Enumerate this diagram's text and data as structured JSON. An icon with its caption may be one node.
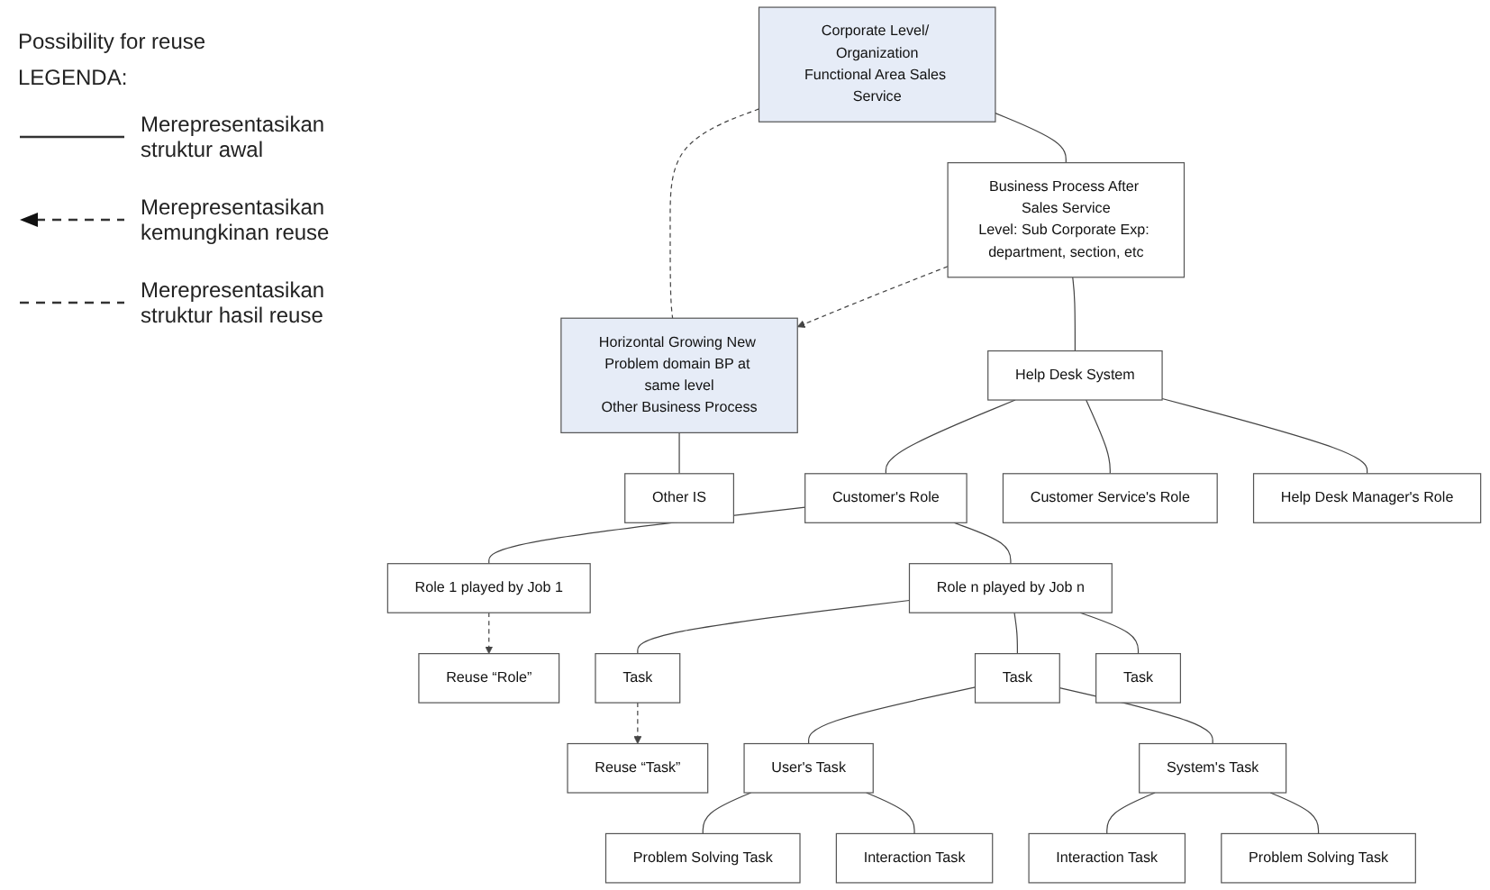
{
  "diagram": {
    "nodes": [
      {
        "text": [
          "Corporate Level/ Organization",
          "Functional Area Sales Service"
        ]
      },
      {
        "text": [
          "Horizontal Growing New Problem domain BP at same level",
          "Other Business Process"
        ]
      },
      {
        "text": [
          "Business Process After Sales Service",
          "Level: Sub Corporate Exp: department, section, etc"
        ]
      },
      {
        "text": [
          "Other IS"
        ]
      },
      {
        "text": [
          "Help Desk System"
        ]
      },
      {
        "text": [
          "Customer's Role"
        ]
      },
      {
        "text": [
          "Customer Service's Role"
        ]
      },
      {
        "text": [
          "Help Desk Manager's Role"
        ]
      },
      {
        "text": [
          "Reuse “Role”"
        ]
      },
      {
        "text": [
          "Role 1 played by Job 1"
        ]
      },
      {
        "text": [
          "Role n played by Job n"
        ]
      },
      {
        "text": [
          "Reuse “Task”"
        ]
      },
      {
        "text": [
          "Task"
        ]
      },
      {
        "text": [
          "Task"
        ]
      },
      {
        "text": [
          "Task"
        ]
      },
      {
        "text": [
          "User's Task"
        ]
      },
      {
        "text": [
          "System's Task"
        ]
      },
      {
        "text": [
          "Problem Solving Task"
        ]
      },
      {
        "text": [
          "Interaction Task"
        ]
      },
      {
        "text": [
          "Interaction Task"
        ]
      },
      {
        "text": [
          "Problem Solving Task"
        ]
      }
    ],
    "edges": [
      {
        "from": 0,
        "to": 2,
        "arrow": "none"
      },
      {
        "from": 0,
        "to": 1,
        "arrow": "none",
        "style": "dashed"
      },
      {
        "from": 2,
        "to": 1,
        "arrow": "to",
        "style": "dashed"
      },
      {
        "from": 1,
        "to": 3,
        "arrow": "none"
      },
      {
        "from": 2,
        "to": 4,
        "arrow": "none"
      },
      {
        "from": 4,
        "to": 5,
        "arrow": "none"
      },
      {
        "from": 4,
        "to": 6,
        "arrow": "none"
      },
      {
        "from": 4,
        "to": 7,
        "arrow": "none"
      },
      {
        "from": 5,
        "to": 9,
        "arrow": "none"
      },
      {
        "from": 5,
        "to": 10,
        "arrow": "none"
      },
      {
        "from": 9,
        "to": 8,
        "arrow": "to",
        "style": "dashed"
      },
      {
        "from": 10,
        "to": 12,
        "arrow": "none"
      },
      {
        "from": 10,
        "to": 13,
        "arrow": "none"
      },
      {
        "from": 10,
        "to": 14,
        "arrow": "none"
      },
      {
        "from": 12,
        "to": 11,
        "arrow": "to",
        "style": "dashed"
      },
      {
        "from": 13,
        "to": 15,
        "arrow": "none"
      },
      {
        "from": 13,
        "to": 16,
        "arrow": "none"
      },
      {
        "from": 15,
        "to": 17,
        "arrow": "none"
      },
      {
        "from": 15,
        "to": 18,
        "arrow": "none"
      },
      {
        "from": 16,
        "to": 19,
        "arrow": "none"
      },
      {
        "from": 16,
        "to": 20,
        "arrow": "none"
      }
    ],
    "labels": [
      "Possibility for reuse",
      "LEGENDA:"
    ],
    "legend": [
      {
        "text": "Merepresentasikan struktur awal"
      },
      {
        "text": "Merepresentasikan kemungkinan reuse"
      },
      {
        "text": "Merepresentasikan struktur hasil reuse"
      }
    ]
  }
}
